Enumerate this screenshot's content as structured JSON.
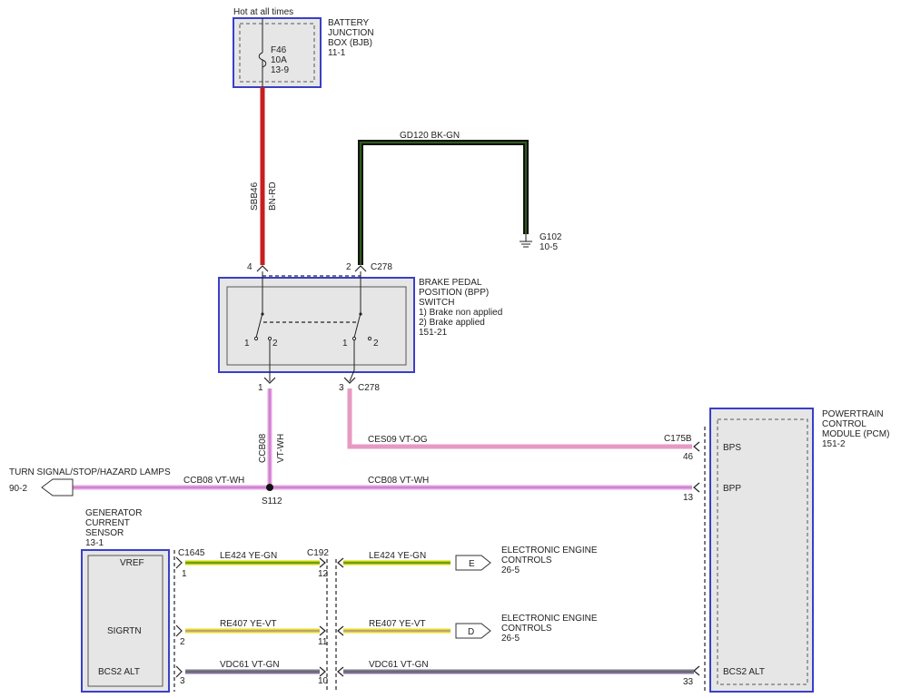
{
  "battery": {
    "hot_label": "Hot at all times",
    "name_lines": [
      "BATTERY",
      "JUNCTION",
      "BOX (BJB)",
      "11-1"
    ],
    "fuse_lines": [
      "F46",
      "10A",
      "13-9"
    ]
  },
  "wires": {
    "sbb46_circuit": "SBB46",
    "sbb46_color": "BN-RD",
    "gd120_label": "GD120    BK-GN",
    "ground_lines": [
      "G102",
      "10-5"
    ],
    "ccb08_circuit": "CCB08",
    "ccb08_color": "VT-WH",
    "ces09_label": "CES09    VT-OG",
    "ccb08_h_label": "CCB08    VT-WH",
    "ccb08_left_label": "CCB08   VT-WH",
    "le424_label": "LE424       YE-GN",
    "re407_label": "RE407       YE-VT",
    "vdc61_label": "VDC61       VT-GN"
  },
  "bpp_switch": {
    "name_lines": [
      "BRAKE PEDAL",
      "POSITION (BPP)",
      "SWITCH",
      "1) Brake non applied",
      "2) Brake applied",
      "151-21"
    ],
    "pin_4": "4",
    "pin_2": "2",
    "connector_top": "C278",
    "pin_1": "1",
    "pin_3": "3",
    "connector_bottom": "C278",
    "contact_1": "1",
    "contact_2": "2"
  },
  "splice": "S112",
  "turn_signal": {
    "label": "TURN SIGNAL/STOP/HAZARD LAMPS",
    "ref": "90-2"
  },
  "pcm": {
    "name_lines": [
      "POWERTRAIN",
      "CONTROL",
      "MODULE (PCM)",
      "151-2"
    ],
    "connector": "C175B",
    "pin_bps": "BPS",
    "pin_bpp": "BPP",
    "pin_bcs2": "BCS2 ALT",
    "num_46": "46",
    "num_13": "13",
    "num_33": "33"
  },
  "generator": {
    "name_lines": [
      "GENERATOR",
      "CURRENT",
      "SENSOR",
      "13-1"
    ],
    "pin_vref": "VREF",
    "pin_sigrtn": "SIGRTN",
    "pin_bcs2": "BCS2 ALT",
    "connector": "C1645",
    "num_1": "1",
    "num_2": "2",
    "num_3": "3"
  },
  "c192": {
    "connector": "C192",
    "num_12": "12",
    "num_11": "11",
    "num_10": "10"
  },
  "eec_e": {
    "letter": "E",
    "name_lines": [
      "ELECTRONIC ENGINE",
      "CONTROLS",
      "26-5"
    ]
  },
  "eec_d": {
    "letter": "D",
    "name_lines": [
      "ELECTRONIC ENGINE",
      "CONTROLS",
      "26-5"
    ]
  },
  "colors": {
    "red": "#c81e1e",
    "black_green": "#1c2a12",
    "violet_white": "#e6a0e6",
    "violet_orange": "#e69ac2",
    "yellow_green": "#c8d400",
    "yellow_violet": "#e6dc2a",
    "violet_green": "#8c6fa8",
    "pcm_blue": "#3a3fc8"
  }
}
